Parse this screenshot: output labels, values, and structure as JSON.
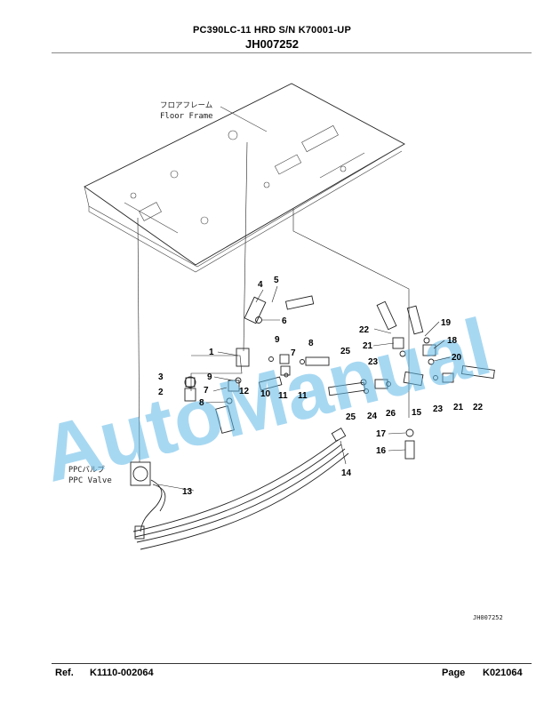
{
  "header": {
    "model": "PC390LC-11 HRD S/N K70001-UP",
    "code": "JH007252"
  },
  "diagram": {
    "floor_frame_jp": "フロアフレーム",
    "floor_frame_en": "Floor Frame",
    "ppc_valve_jp": "PPCバルブ",
    "ppc_valve_en": "PPC Valve",
    "drawing_id": "JH007252",
    "watermark": "AutoManual",
    "callouts": [
      "1",
      "2",
      "3",
      "4",
      "5",
      "6",
      "7",
      "7",
      "8",
      "8",
      "9",
      "9",
      "10",
      "11",
      "11",
      "12",
      "13",
      "14",
      "15",
      "16",
      "17",
      "18",
      "19",
      "20",
      "21",
      "21",
      "22",
      "22",
      "23",
      "23",
      "24",
      "25",
      "25",
      "26"
    ]
  },
  "footer": {
    "ref_label": "Ref.",
    "ref_value": "K1110-002064",
    "page_label": "Page",
    "page_value": "K021064"
  }
}
